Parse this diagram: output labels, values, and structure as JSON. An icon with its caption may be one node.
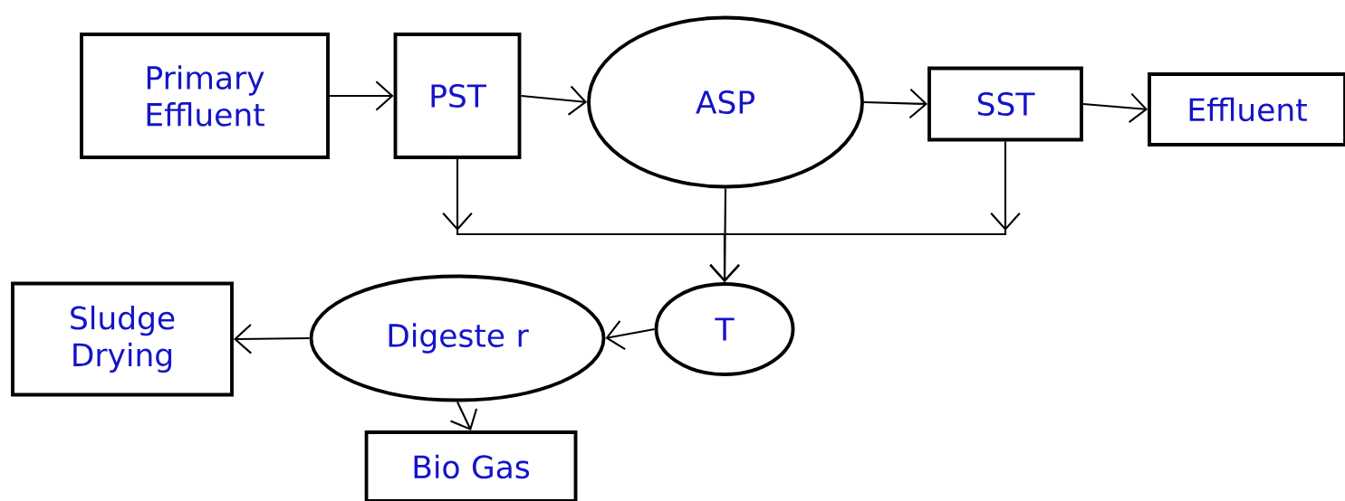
{
  "diagram": {
    "nodes": [
      {
        "text": [
          "Primary Effluent"
        ]
      },
      {
        "text": [
          "PST"
        ]
      },
      {
        "text": [
          "ASP"
        ]
      },
      {
        "text": [
          "SST"
        ]
      },
      {
        "text": [
          "Effluent"
        ]
      },
      {
        "text": [
          "T"
        ]
      },
      {
        "text": [
          "Digeste r"
        ]
      },
      {
        "text": [
          "Sludge Drying"
        ]
      },
      {
        "text": [
          "Bio Gas"
        ]
      }
    ],
    "edges": [
      {
        "from": 0,
        "to": 1,
        "arrow": "to"
      },
      {
        "from": 1,
        "to": 2,
        "arrow": "to"
      },
      {
        "from": 2,
        "to": 3,
        "arrow": "to"
      },
      {
        "from": 3,
        "to": 4,
        "arrow": "to"
      },
      {
        "from": 1,
        "to": 5,
        "arrow": "to"
      },
      {
        "from": 2,
        "to": 5,
        "arrow": "to"
      },
      {
        "from": 3,
        "to": 5,
        "arrow": "to"
      },
      {
        "from": 5,
        "to": 6,
        "arrow": "to"
      },
      {
        "from": 6,
        "to": 7,
        "arrow": "to"
      },
      {
        "from": 6,
        "to": 8,
        "arrow": "to"
      }
    ]
  }
}
